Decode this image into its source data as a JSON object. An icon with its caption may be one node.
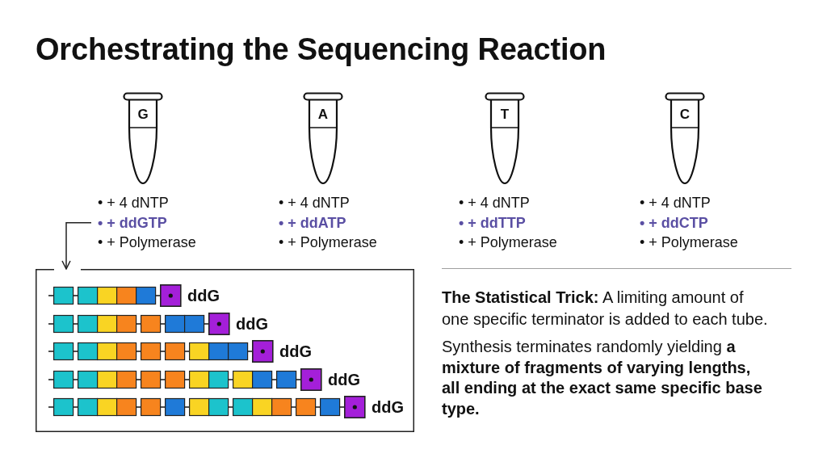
{
  "diagram": {
    "title": "Orchestrating the Sequencing Reaction",
    "nodes": [
      {
        "text": [
          "G"
        ]
      },
      {
        "text": [
          "A"
        ]
      },
      {
        "text": [
          "T"
        ]
      },
      {
        "text": [
          "C"
        ]
      },
      {
        "text": [
          "• + 4 dNTP",
          "• + ddGTP",
          "• + Polymerase"
        ]
      },
      {
        "text": [
          "• + 4 dNTP",
          "• + ddATP",
          "• + Polymerase"
        ]
      },
      {
        "text": [
          "• + 4 dNTP",
          "• + ddTTP",
          "• + Polymerase"
        ]
      },
      {
        "text": [
          "• + 4 dNTP",
          "• + ddCTP",
          "• + Polymerase"
        ]
      },
      {
        "text": [],
        "shape": "box"
      },
      {
        "text": [
          "ddG"
        ],
        "in": 8
      },
      {
        "text": [
          "ddG"
        ],
        "in": 8
      },
      {
        "text": [
          "ddG"
        ],
        "in": 8
      },
      {
        "text": [
          "ddG"
        ],
        "in": 8
      },
      {
        "text": [
          "ddG"
        ],
        "in": 8
      }
    ],
    "edges": [
      {
        "from": 4,
        "to": 8,
        "arrow": "to"
      }
    ],
    "labels": [
      "**The Statistical Trick:** A limiting amount of one specific terminator is added to each tube.",
      "Synthesis terminates randomly yielding **a mixture of fragments of varying lengths, all ending at the exact same specific base type.**"
    ]
  }
}
